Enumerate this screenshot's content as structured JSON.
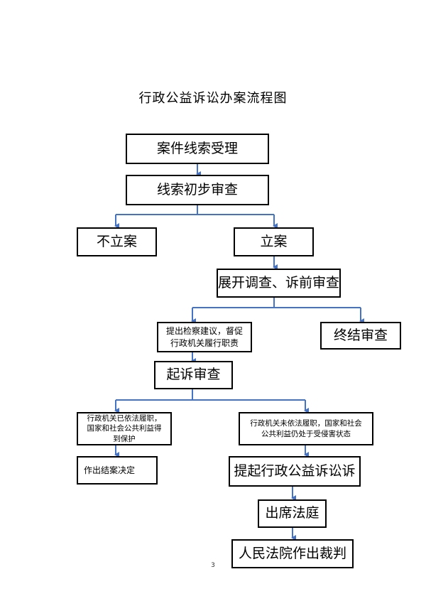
{
  "title": "行政公益诉讼办案流程图",
  "nodes": {
    "clue_acceptance": "案件线索受理",
    "preliminary_review": "线索初步审查",
    "no_filing": "不立案",
    "filing": "立案",
    "investigation": "展开调查、诉前审查",
    "procuratorial_suggestion": "提出检察建议，督促行政机关履行职责",
    "terminate_review": "终结审查",
    "prosecution_review": "起诉审查",
    "duty_performed": "行政机关已依法履职，国家和社会公共利益得到保护",
    "duty_not_performed": "行政机关未依法履职，国家和社会公共利益仍处于受侵害状态",
    "close_case": "作出结案决定",
    "file_lawsuit": "提起行政公益诉讼诉",
    "court_appearance": "出席法庭",
    "court_judgment": "人民法院作出裁判"
  },
  "page_number": "3",
  "colors": {
    "connector": "#4472C4",
    "border": "#000000"
  }
}
